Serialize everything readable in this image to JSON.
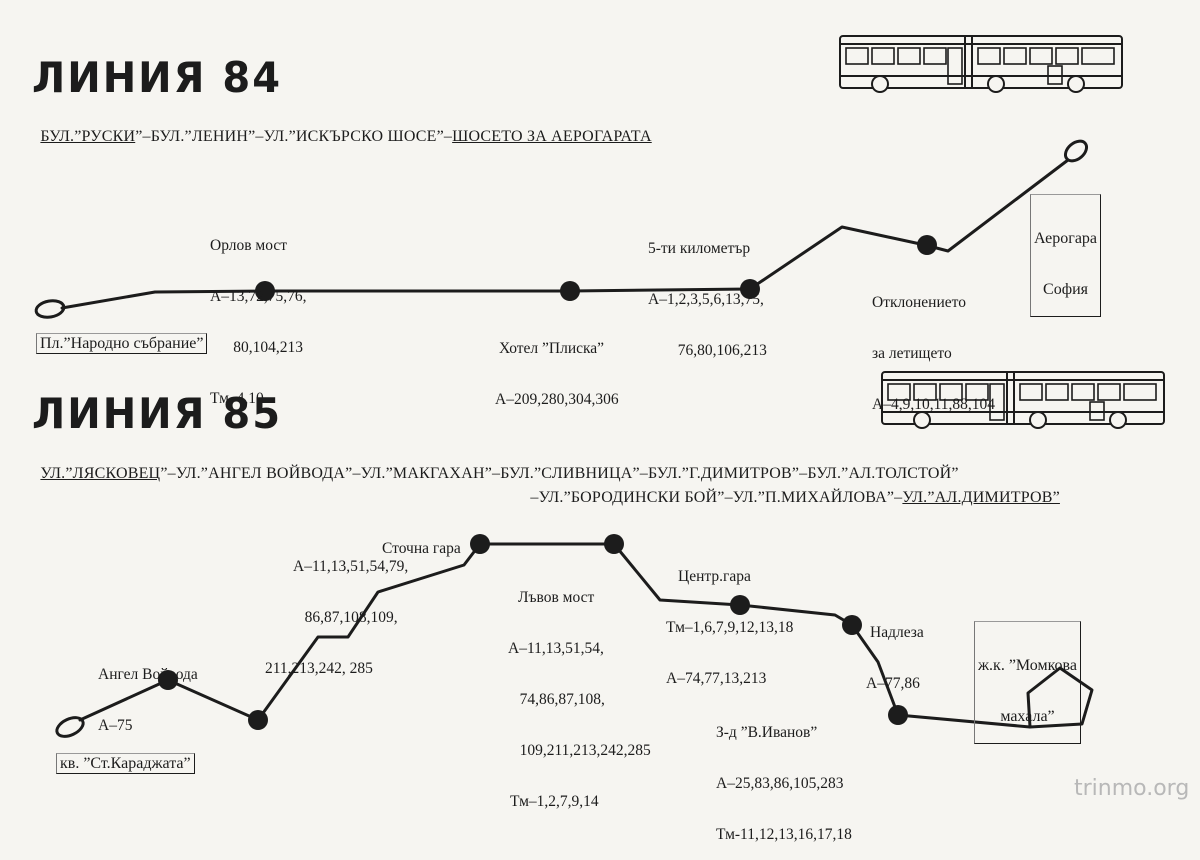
{
  "line84": {
    "title": "ЛИНИЯ 84",
    "route": [
      {
        "text": "БУЛ.”РУСКИ",
        "u": true
      },
      {
        "text": "”–БУЛ.”ЛЕНИН”–УЛ.”ИСКЪРСКО ШОСЕ”–",
        "u": false
      },
      {
        "text": "ШОСЕТО ЗА АЕРОГАРАТА",
        "u": true
      }
    ],
    "start": "Пл.”Народно събрание”",
    "end": [
      "Аерогара",
      "София"
    ],
    "stops": [
      {
        "lines": [
          "Орлов мост",
          "А–13,72,75,76,",
          "      80,104,213",
          "Тм–4,10"
        ]
      },
      {
        "lines": [
          "Хотел ”Плиска”",
          "А–209,280,304,306"
        ]
      },
      {
        "lines": [
          "5-ти километър",
          "А–1,2,3,5,6,13,75,",
          "  76,80,106,213"
        ]
      },
      {
        "lines": [
          "Отклонението",
          "за летището",
          "А–4,9,10,11,88,104"
        ]
      }
    ]
  },
  "line85": {
    "title": "ЛИНИЯ 85",
    "route_line1": [
      {
        "text": "УЛ.”ЛЯСКОВЕЦ",
        "u": true
      },
      {
        "text": "”–УЛ.”АНГЕЛ ВОЙВОДА”–УЛ.”МАКГАХАН”–БУЛ.”СЛИВНИЦА”–БУЛ.”Г.ДИМИТРОВ”–БУЛ.”АЛ.ТОЛСТОЙ”",
        "u": false
      }
    ],
    "route_line2": [
      {
        "text": "–УЛ.”БОРОДИНСКИ БОЙ”–УЛ.”П.МИХАЙЛОВА”–",
        "u": false
      },
      {
        "text": "УЛ.”АЛ.ДИМИТРОВ”",
        "u": true
      }
    ],
    "start": "кв. ”Ст.Караджата”",
    "end": [
      "ж.к. ”Момкова",
      "махала”"
    ],
    "stops": [
      {
        "lines": [
          "Ангел Войвода",
          "А–75"
        ]
      },
      {
        "lines": [
          "Сточна гара"
        ]
      },
      {
        "lines": [
          "А–11,13,51,54,79,",
          "   86,87,108,109,",
          "211,213,242, 285"
        ]
      },
      {
        "lines": [
          "Лъвов мост",
          "А–11,13,51,54,",
          "   74,86,87,108,",
          "   109,211,213,242,285",
          "Тм–1,2,7,9,14"
        ]
      },
      {
        "lines": [
          "Центр.гара",
          "Тм–1,6,7,9,12,13,18",
          "А–74,77,13,213"
        ]
      },
      {
        "lines": [
          "Надлеза",
          "А–77,86"
        ]
      },
      {
        "lines": [
          "З-д ”В.Иванов”",
          "А–25,83,86,105,283",
          "Тм-11,12,13,16,17,18"
        ]
      }
    ]
  },
  "watermark": "trinmo.org"
}
